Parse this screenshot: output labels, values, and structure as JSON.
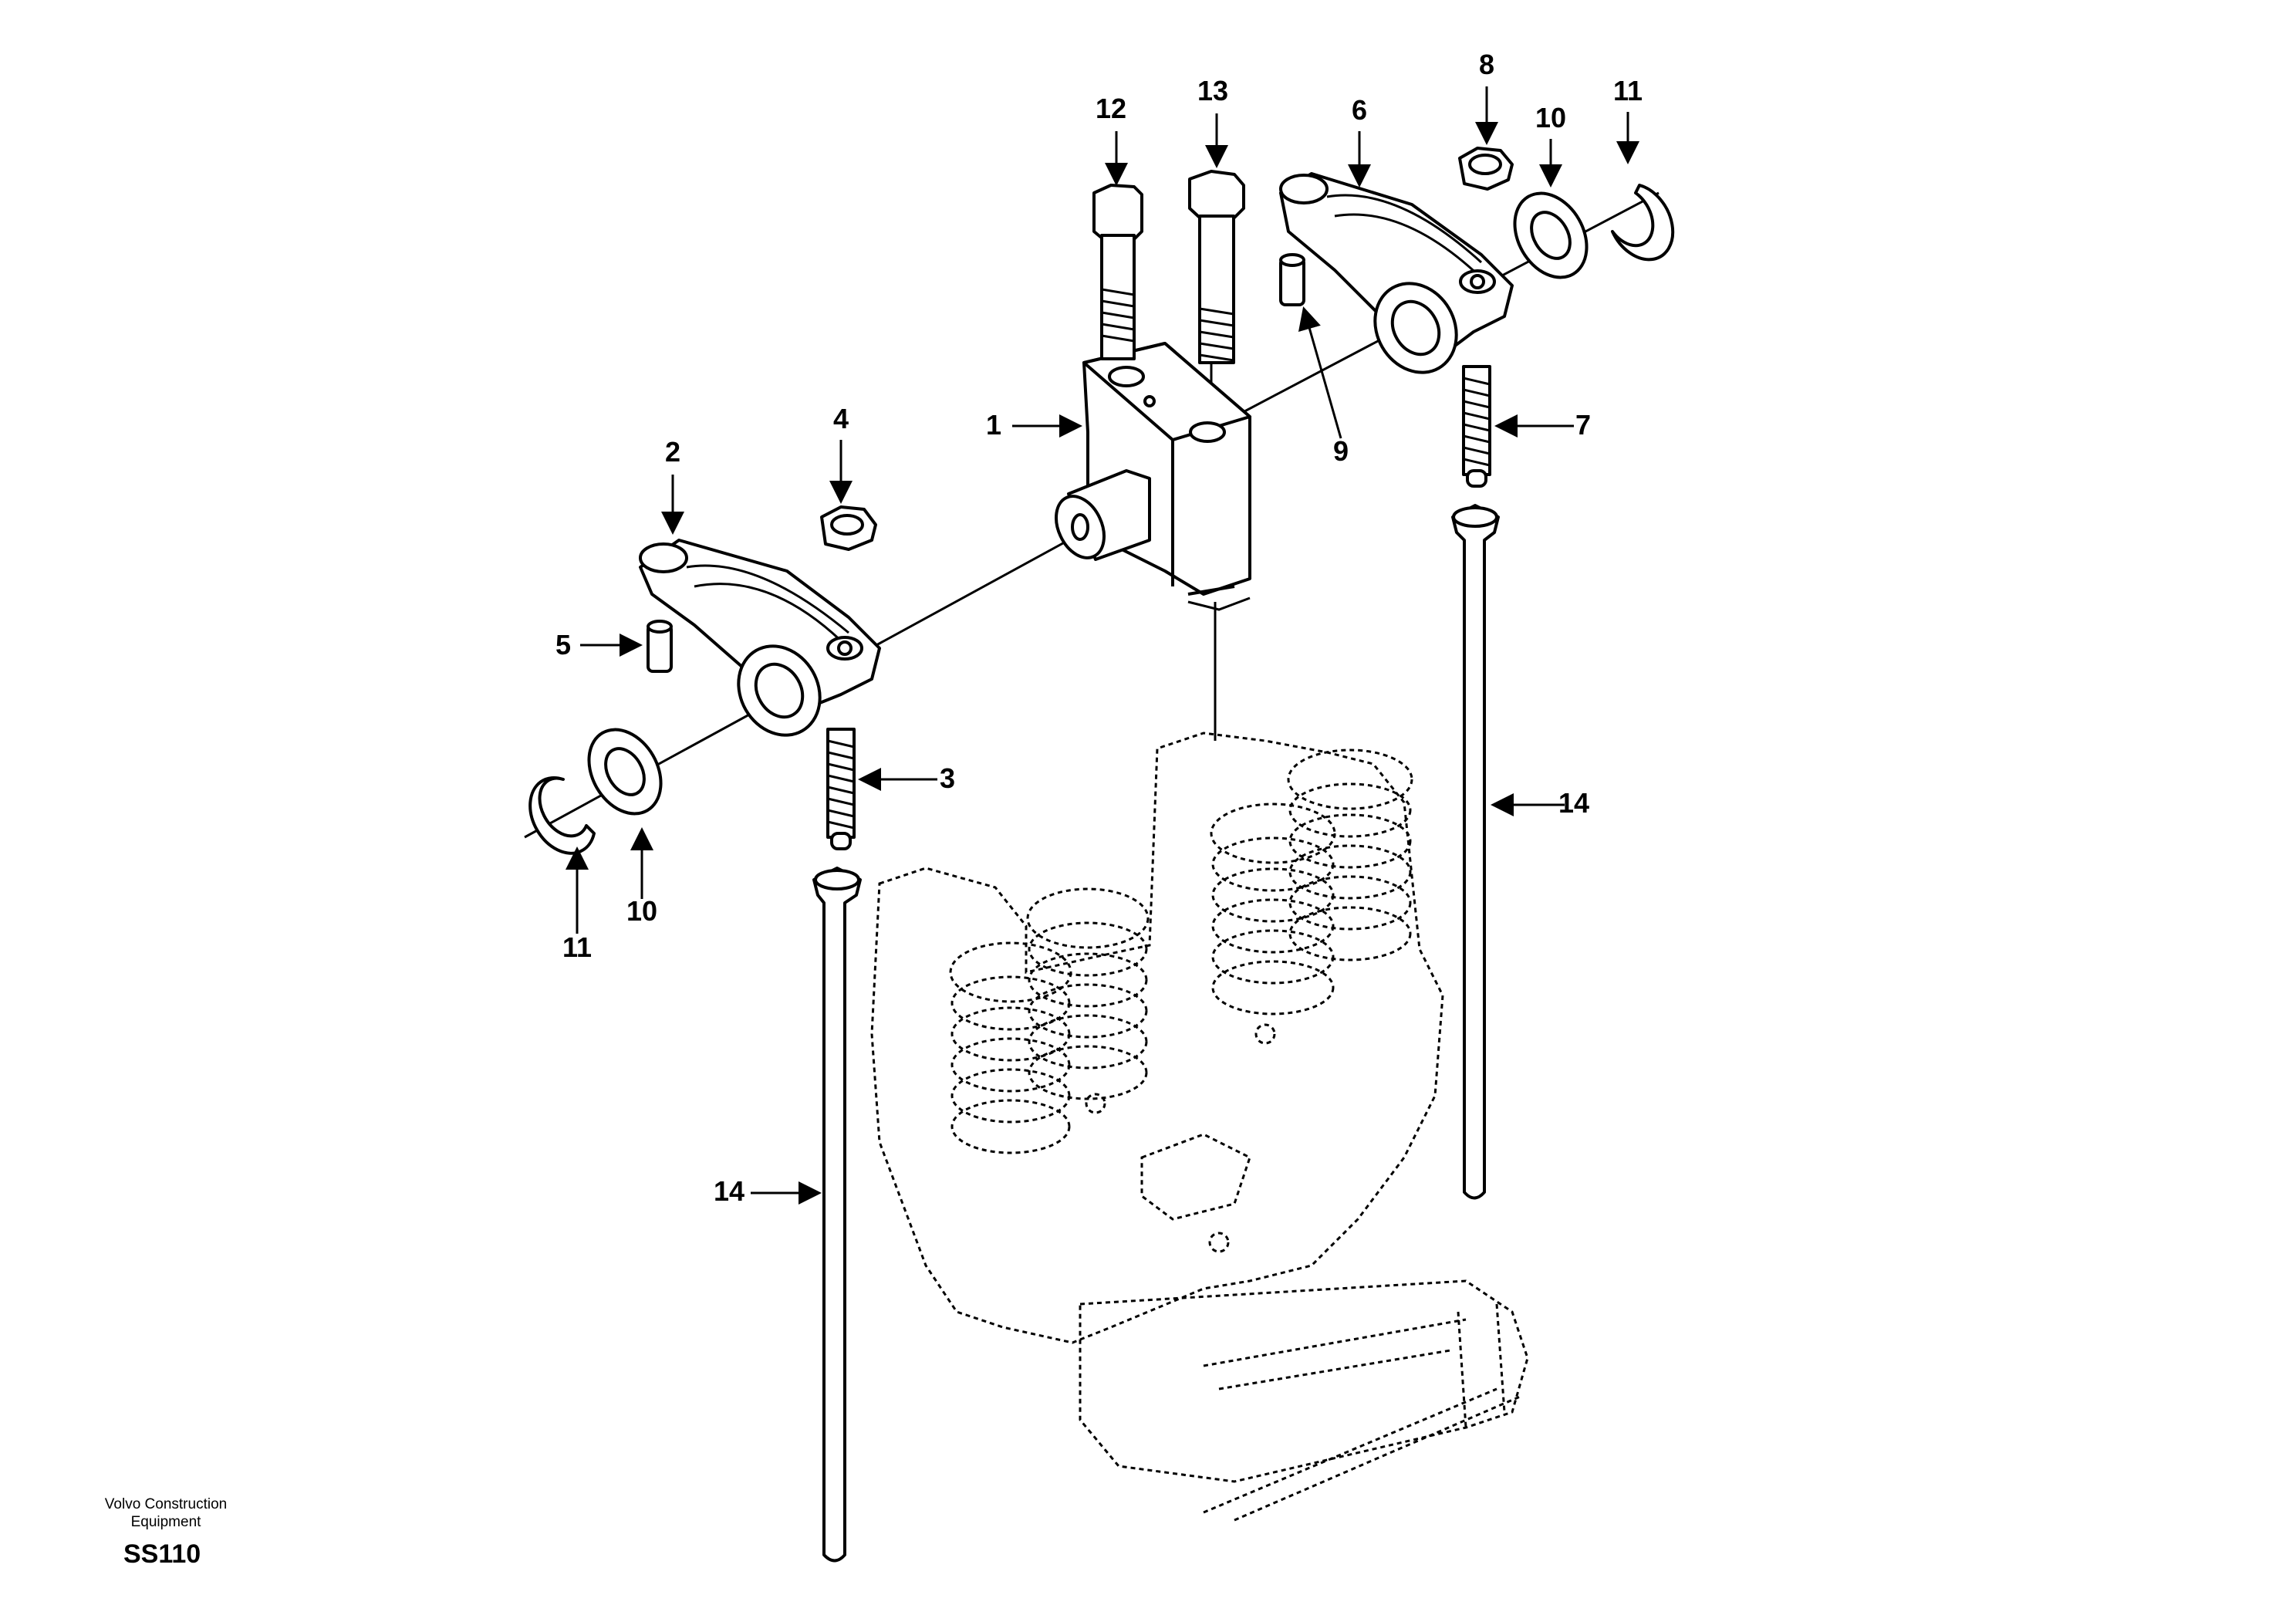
{
  "diagram": {
    "callouts": [
      "1",
      "2",
      "3",
      "4",
      "5",
      "6",
      "7",
      "8",
      "9",
      "10",
      "10",
      "11",
      "11",
      "12",
      "13",
      "14",
      "14"
    ]
  },
  "footer": {
    "company_line1": "Volvo Construction",
    "company_line2": "Equipment",
    "code": "SS110"
  }
}
